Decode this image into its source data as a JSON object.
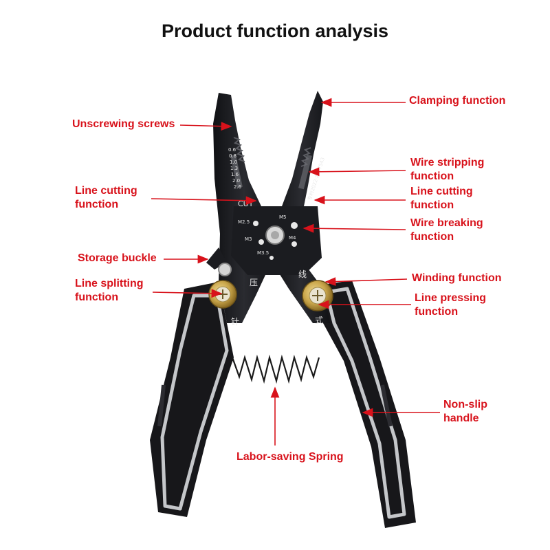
{
  "title": "Product function analysis",
  "labels": {
    "clamping": "Clamping function",
    "unscrewing": "Unscrewing screws",
    "wire_stripping": [
      "Wire stripping",
      "function"
    ],
    "line_cutting_left": [
      "Line cutting",
      "function"
    ],
    "line_cutting_right": [
      "Line cutting",
      "function"
    ],
    "wire_breaking": [
      "Wire breaking",
      "function"
    ],
    "storage_buckle": "Storage buckle",
    "winding": "Winding function",
    "line_splitting": [
      "Line splitting",
      "function"
    ],
    "line_pressing": [
      "Line pressing",
      "function"
    ],
    "non_slip": [
      "Non-slip",
      "handle"
    ],
    "spring": "Labor-saving Spring"
  },
  "tool_markings": {
    "cut": "CUT",
    "sizes_left": [
      "M2.5",
      "M3",
      "M3.5"
    ],
    "sizes_right": [
      "M5",
      "M4"
    ],
    "gauges": [
      "0.6",
      "0.8",
      "1.0",
      "1.3",
      "1.6",
      "2.0",
      "2.6"
    ],
    "left_blade_chars": [
      "压",
      "针"
    ],
    "right_blade_chars": [
      "线",
      "式"
    ],
    "serial_mark": "专利2022·2837543"
  },
  "colors": {
    "label_red": "#d8121b",
    "arrow_red": "#d8121b",
    "tool_body": "#1b1c20",
    "grip_black": "#17171a",
    "grip_stripe": "#c5c7ca",
    "brass": "#c9a64b"
  }
}
